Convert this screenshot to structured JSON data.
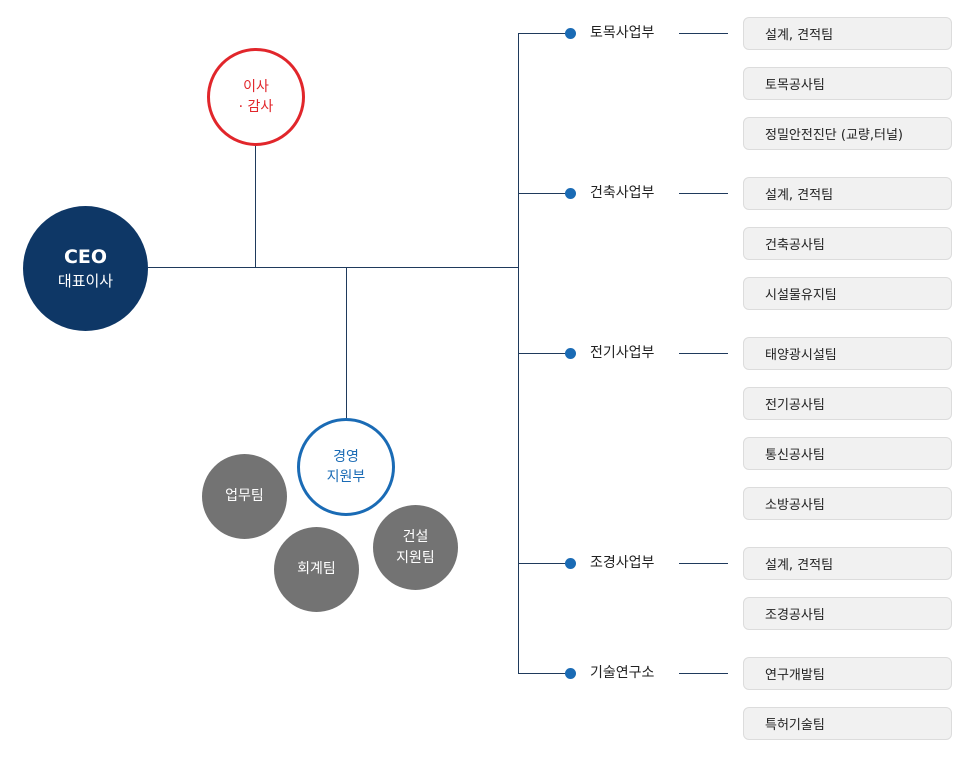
{
  "ceo": {
    "title": "CEO",
    "subtitle": "대표이사"
  },
  "director": {
    "line1": "이사",
    "line2": "· 감사"
  },
  "management": {
    "line1": "경영",
    "line2": "지원부"
  },
  "support_teams": [
    {
      "lines": [
        "업무팀"
      ]
    },
    {
      "lines": [
        "회계팀"
      ]
    },
    {
      "lines": [
        "건설",
        "지원팀"
      ]
    }
  ],
  "departments": [
    {
      "name": "토목사업부",
      "teams": [
        "설계, 견적팀",
        "토목공사팀",
        "정밀안전진단 (교량,터널)"
      ]
    },
    {
      "name": "건축사업부",
      "teams": [
        "설계, 견적팀",
        "건축공사팀",
        "시설물유지팀"
      ]
    },
    {
      "name": "전기사업부",
      "teams": [
        "태양광시설팀",
        "전기공사팀",
        "통신공사팀",
        "소방공사팀"
      ]
    },
    {
      "name": "조경사업부",
      "teams": [
        "설계, 견적팀",
        "조경공사팀"
      ]
    },
    {
      "name": "기술연구소",
      "teams": [
        "연구개발팀",
        "특허기술팀"
      ]
    }
  ],
  "colors": {
    "ceo_fill": "#0e3766",
    "director_accent": "#e1262b",
    "management_accent": "#1a6bb5",
    "support_fill": "#737373",
    "line": "#1f3a5c",
    "team_box": "#f1f1f1"
  }
}
